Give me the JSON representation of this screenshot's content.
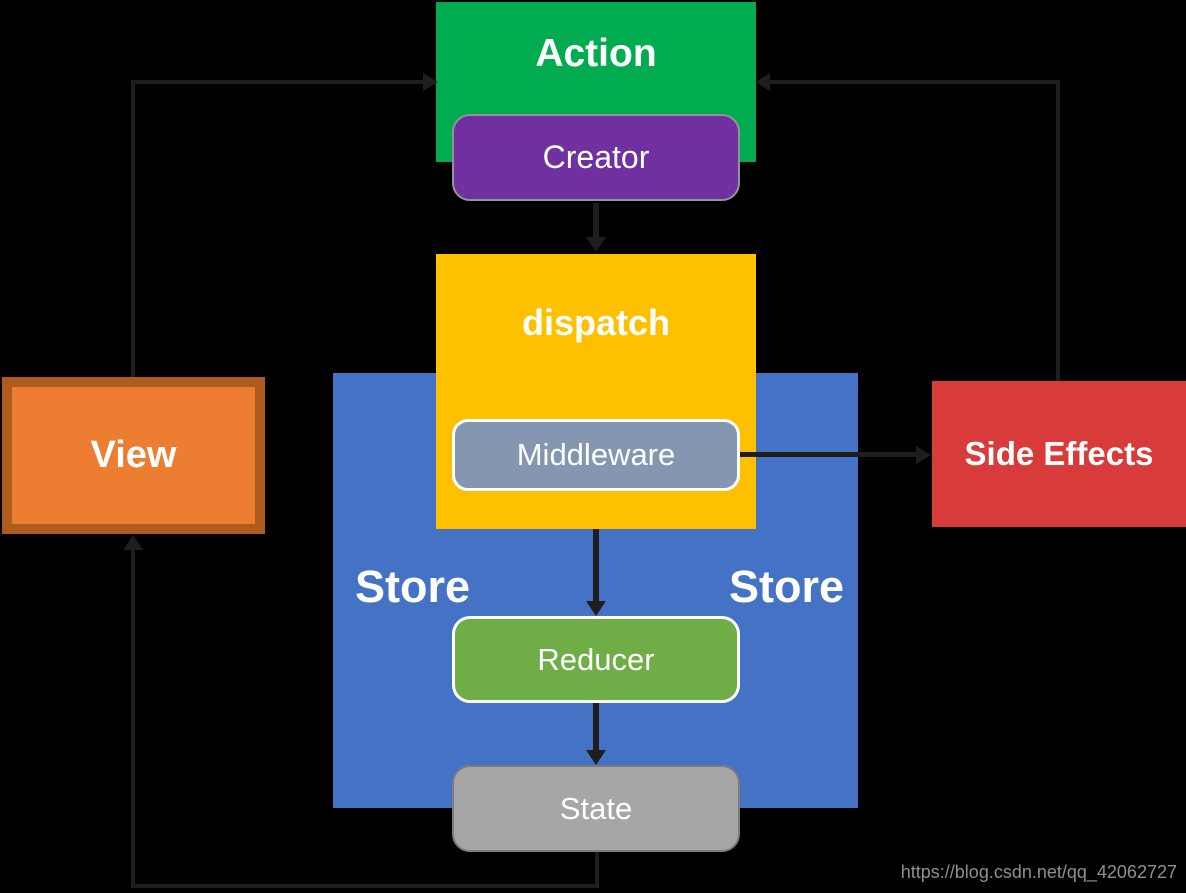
{
  "background": "#000000",
  "line_color": "#1E1E1E",
  "watermark": {
    "text": "https://blog.csdn.net/qq_42062727",
    "color": "#8F8F8F"
  },
  "nodes": {
    "action": {
      "label": "Action",
      "fill": "#00AC4F",
      "text_color": "#FFFFFF"
    },
    "creator": {
      "label": "Creator",
      "fill": "#7030A0",
      "border": "#919597",
      "text_color": "#FFFFFF"
    },
    "dispatch": {
      "label": "dispatch",
      "fill": "#FFC000",
      "text_color": "#FFFFFF"
    },
    "store": {
      "label": "Store",
      "fill": "#4472C4",
      "text_color": "#FFFFFF",
      "label_occurrences": 2
    },
    "middleware": {
      "label": "Middleware",
      "fill": "#8496B0",
      "border": "#FFFFFF",
      "text_color": "#FFFFFF"
    },
    "reducer": {
      "label": "Reducer",
      "fill": "#6FAD47",
      "border": "#FFFFFF",
      "text_color": "#FFFFFF"
    },
    "state": {
      "label": "State",
      "fill": "#A6A6A6",
      "border": "#7C7C7C",
      "text_color": "#FFFFFF"
    },
    "view": {
      "label": "View",
      "fill": "#ED7D31",
      "border": "#B05B1E",
      "text_color": "#FFFFFF"
    },
    "side_effects": {
      "label": "Side Effects",
      "fill": "#D93B3B",
      "text_color": "#FFFFFF"
    }
  },
  "edges": [
    {
      "from": "view",
      "to": "action",
      "path": "up-then-right"
    },
    {
      "from": "side_effects",
      "to": "action",
      "path": "up-then-left"
    },
    {
      "from": "creator",
      "to": "dispatch",
      "path": "down"
    },
    {
      "from": "dispatch",
      "to": "reducer",
      "path": "down"
    },
    {
      "from": "reducer",
      "to": "state",
      "path": "down"
    },
    {
      "from": "middleware",
      "to": "side_effects",
      "path": "right"
    },
    {
      "from": "state",
      "to": "view",
      "path": "down-left-up"
    }
  ]
}
